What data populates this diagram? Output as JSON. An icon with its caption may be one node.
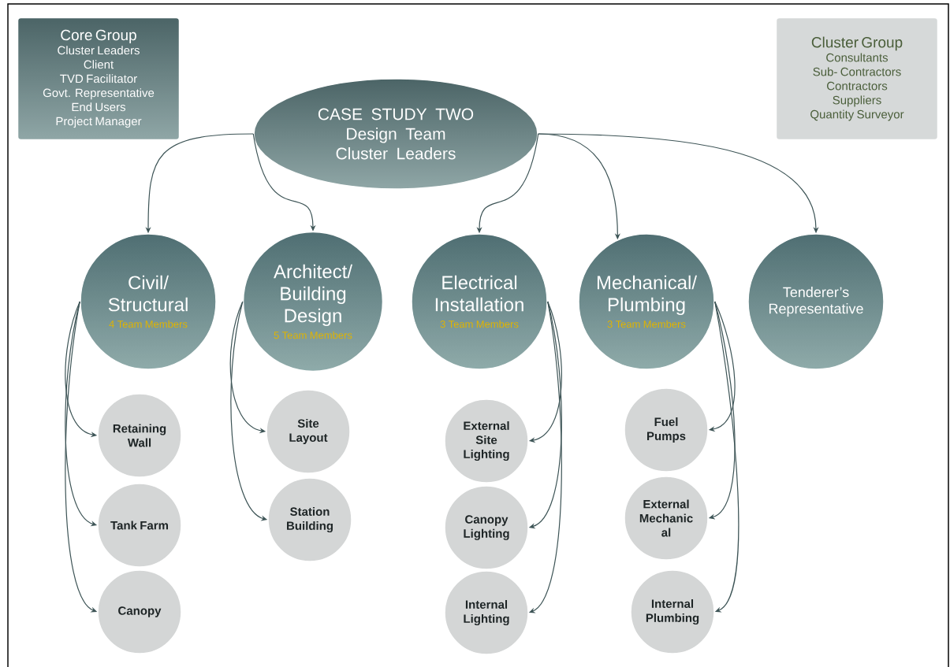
{
  "diagram": {
    "nodes": [
      {
        "text": [
          "Core Group",
          "Cluster Leaders",
          "Client",
          "TVD Facilitator",
          "Govt. Representative",
          "End Users",
          "Project Manager"
        ]
      },
      {
        "text": [
          "Cluster Group",
          "Consultants",
          "Sub- Contractors",
          "Contractors",
          "Suppliers",
          "Quantity Surveyor"
        ]
      },
      {
        "text": [
          "CASE STUDY TWO",
          "Design Team",
          "Cluster Leaders"
        ]
      },
      {
        "text": [
          "Civil/ Structural",
          "4 Team Members"
        ]
      },
      {
        "text": [
          "Architect/ Building Design",
          "5 Team Members"
        ]
      },
      {
        "text": [
          "Electrical Installation",
          "3 Team Members"
        ]
      },
      {
        "text": [
          "Mechanical/ Plumbing",
          "3 Team Members"
        ]
      },
      {
        "text": [
          "Tenderer’s Representative"
        ]
      },
      {
        "text": [
          "Retaining Wall"
        ]
      },
      {
        "text": [
          "Tank Farm"
        ]
      },
      {
        "text": [
          "Canopy"
        ]
      },
      {
        "text": [
          "Site Layout"
        ]
      },
      {
        "text": [
          "Station Building"
        ]
      },
      {
        "text": [
          "External Site Lighting"
        ]
      },
      {
        "text": [
          "Canopy Lighting"
        ]
      },
      {
        "text": [
          "Internal Lighting"
        ]
      },
      {
        "text": [
          "Fuel Pumps"
        ]
      },
      {
        "text": [
          "External Mechanic al"
        ]
      },
      {
        "text": [
          "Internal Plumbing"
        ]
      }
    ],
    "edges": [
      {
        "from": 2,
        "to": 3,
        "arrow": "to"
      },
      {
        "from": 2,
        "to": 4,
        "arrow": "to"
      },
      {
        "from": 2,
        "to": 5,
        "arrow": "to"
      },
      {
        "from": 2,
        "to": 6,
        "arrow": "to"
      },
      {
        "from": 2,
        "to": 7,
        "arrow": "to"
      },
      {
        "from": 3,
        "to": 8,
        "arrow": "to"
      },
      {
        "from": 3,
        "to": 9,
        "arrow": "to"
      },
      {
        "from": 3,
        "to": 10,
        "arrow": "to"
      },
      {
        "from": 4,
        "to": 11,
        "arrow": "to"
      },
      {
        "from": 4,
        "to": 12,
        "arrow": "to"
      },
      {
        "from": 5,
        "to": 13,
        "arrow": "to"
      },
      {
        "from": 5,
        "to": 14,
        "arrow": "to"
      },
      {
        "from": 5,
        "to": 15,
        "arrow": "to"
      },
      {
        "from": 6,
        "to": 16,
        "arrow": "to"
      },
      {
        "from": 6,
        "to": 17,
        "arrow": "to"
      },
      {
        "from": 6,
        "to": 18,
        "arrow": "to"
      }
    ]
  }
}
